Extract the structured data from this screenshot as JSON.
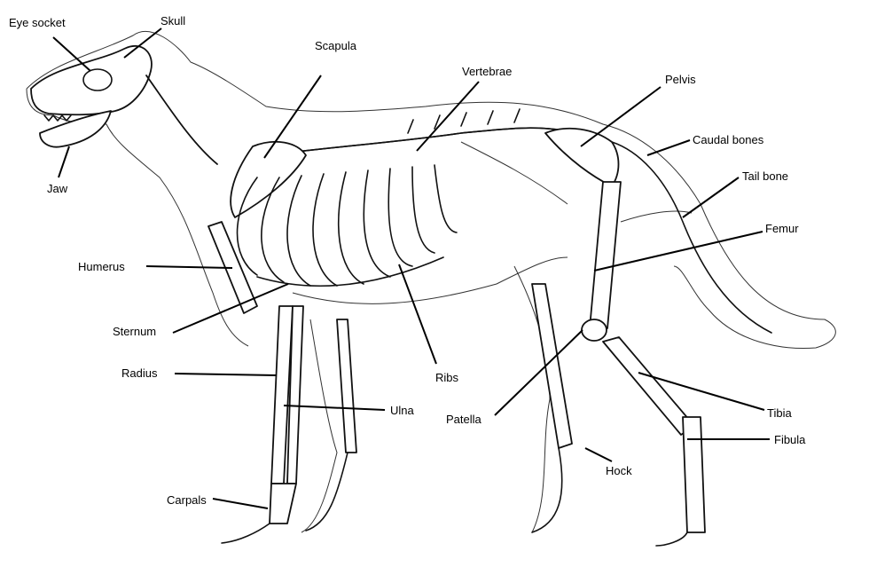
{
  "labels": {
    "eye_socket": "Eye socket",
    "skull": "Skull",
    "scapula": "Scapula",
    "vertebrae": "Vertebrae",
    "pelvis": "Pelvis",
    "caudal_bones": "Caudal bones",
    "tail_bone": "Tail bone",
    "femur": "Femur",
    "jaw": "Jaw",
    "humerus": "Humerus",
    "sternum": "Sternum",
    "radius": "Radius",
    "ulna": "Ulna",
    "ribs": "Ribs",
    "patella": "Patella",
    "tibia": "Tibia",
    "fibula": "Fibula",
    "hock": "Hock",
    "carpals": "Carpals"
  }
}
